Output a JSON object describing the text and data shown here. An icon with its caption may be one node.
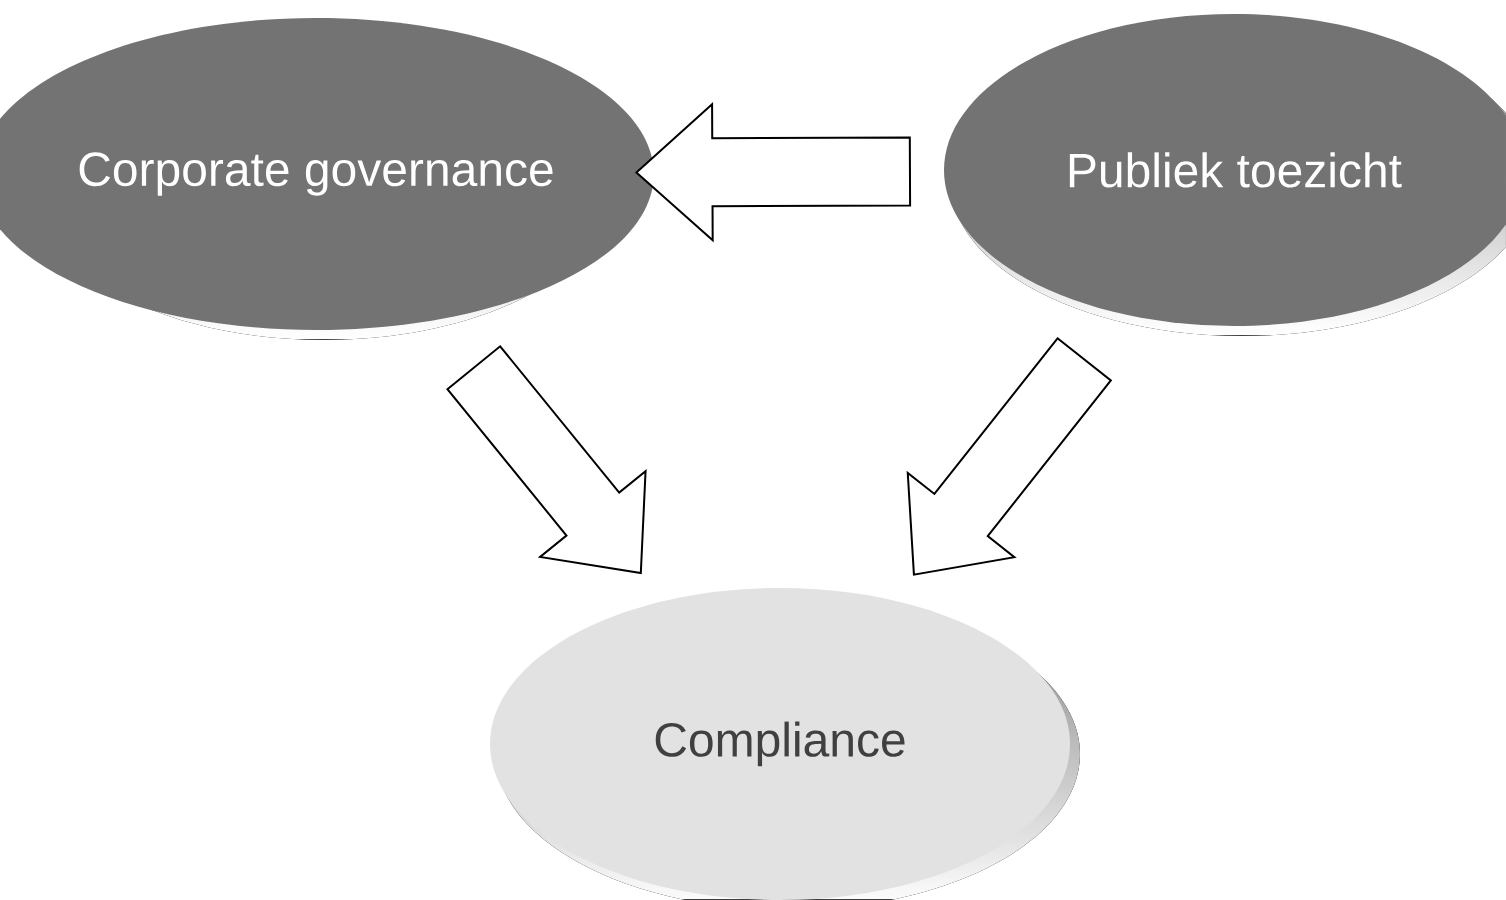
{
  "diagram": {
    "nodes": [
      {
        "text": [
          "Corporate governance"
        ]
      },
      {
        "text": [
          "Publiek toezicht"
        ]
      },
      {
        "text": [
          "Compliance"
        ]
      }
    ],
    "edges": [
      {
        "from": 1,
        "to": 0,
        "arrow": "to"
      },
      {
        "from": 0,
        "to": 2,
        "arrow": "to"
      },
      {
        "from": 1,
        "to": 2,
        "arrow": "to"
      }
    ]
  }
}
